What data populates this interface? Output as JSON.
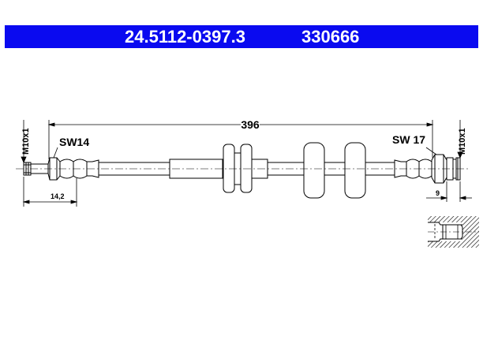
{
  "header": {
    "part_number": "24.5112-0397.3",
    "ref_number": "330666",
    "bg_color": "#0a0af0"
  },
  "drawing": {
    "total_length": "396",
    "left_thread": "M10x1",
    "right_thread": "M10x1",
    "left_wrench": "SW14",
    "right_wrench": "SW 17",
    "left_fitting_length": "14,2",
    "right_fitting_length": "9"
  }
}
